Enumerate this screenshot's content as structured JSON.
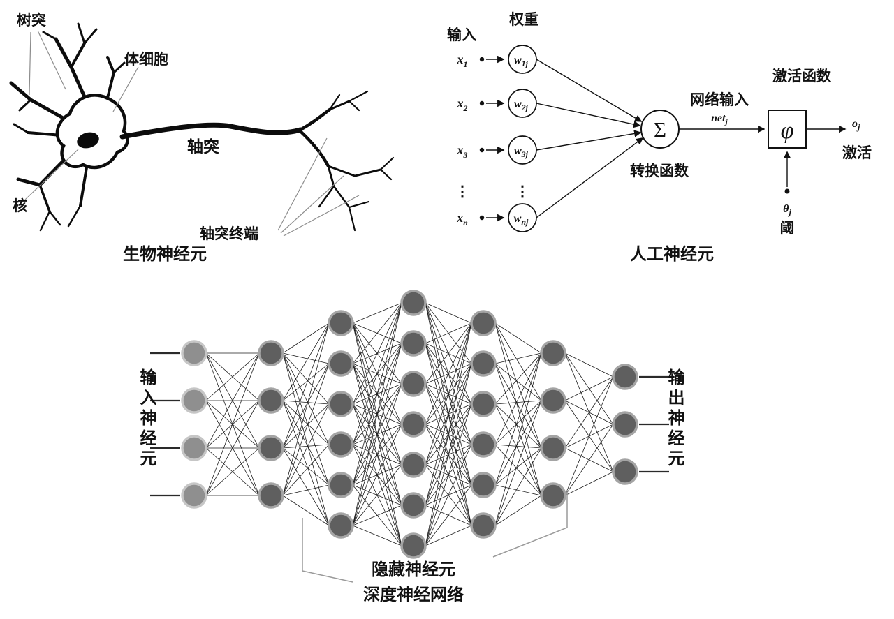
{
  "bio_neuron": {
    "labels": {
      "dendrite": "树突",
      "soma": "体细胞",
      "nucleus": "核",
      "axon": "轴突",
      "axon_terminal": "轴突终端"
    },
    "caption": "生物神经元"
  },
  "artificial_neuron": {
    "labels": {
      "input": "输入",
      "weights": "权重",
      "net_input": "网络输入",
      "transfer_fn": "转换函数",
      "activation_fn": "激活函数",
      "activation_out": "激活",
      "threshold": "阈"
    },
    "sum_symbol": "Σ",
    "phi_symbol": "φ",
    "dots": "⋮",
    "net_symbol": {
      "base": "net",
      "sub": "j"
    },
    "inputs": [
      {
        "base": "x",
        "sub": "1"
      },
      {
        "base": "x",
        "sub": "2"
      },
      {
        "base": "x",
        "sub": "3"
      },
      {
        "base": "x",
        "sub": "n"
      }
    ],
    "weights": [
      {
        "base": "w",
        "sub": "1j"
      },
      {
        "base": "w",
        "sub": "2j"
      },
      {
        "base": "w",
        "sub": "3j"
      },
      {
        "base": "w",
        "sub": "nj"
      }
    ],
    "output": {
      "base": "o",
      "sub": "j"
    },
    "theta": {
      "base": "θ",
      "sub": "j"
    },
    "caption": "人工神经元"
  },
  "deep_network": {
    "left_label": "输入神经元",
    "right_label": "输出神经元",
    "caption_line1": "隐藏神经元",
    "caption_line2": "深度神经网络",
    "layers": [
      4,
      4,
      6,
      7,
      6,
      4,
      3
    ],
    "colors": {
      "input_fill": "#8f8f8f",
      "input_ring": "#c6c6c6",
      "node_fill": "#5f5f5f",
      "node_ring": "#a4a4a4",
      "edge": "#1c1c1c",
      "stub": "#2a2a2a"
    }
  }
}
